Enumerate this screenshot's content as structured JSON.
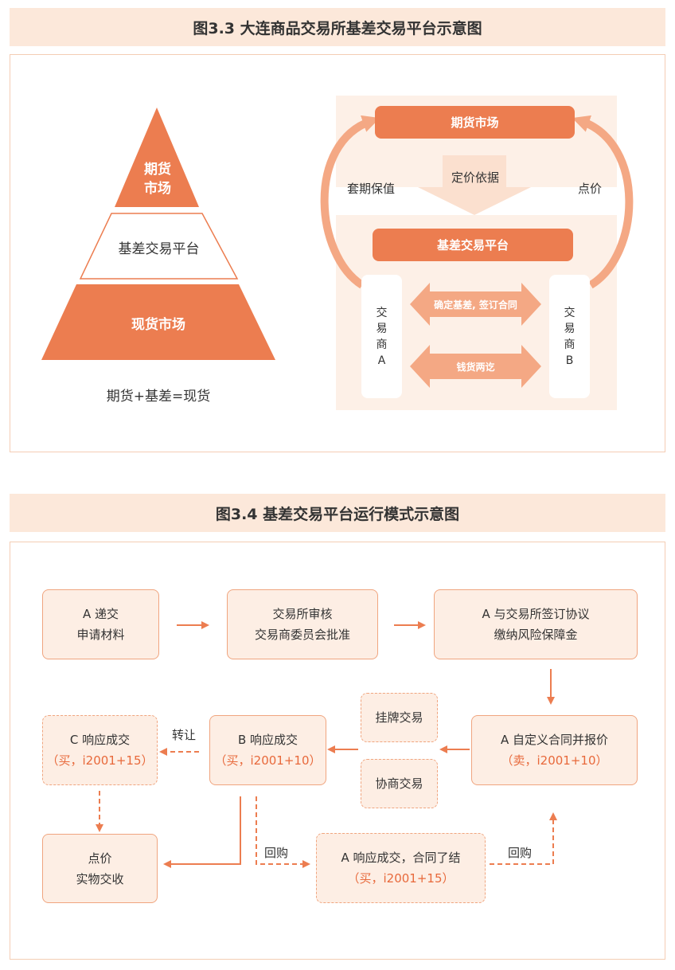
{
  "fig1": {
    "title": "图3.3 大连商品交易所基差交易平台示意图",
    "pyramid": {
      "top": "期货\n市场",
      "middle": "基差交易平台",
      "bottom": "现货市场",
      "formula": "期货+基差=现货"
    },
    "right": {
      "futures_market": "期货市场",
      "pricing_basis": "定价依据",
      "hedging": "套期保值",
      "pricing": "点价",
      "platform": "基差交易平台",
      "trader_a": "交易商A",
      "trader_b": "交易商B",
      "arrow1": "确定基差, 签订合同",
      "arrow2": "钱货两讫"
    }
  },
  "fig2": {
    "title": "图3.4  基差交易平台运行模式示意图",
    "boxes": {
      "submit": [
        "A 递交",
        "申请材料"
      ],
      "review": [
        "交易所审核",
        "交易商委员会批准"
      ],
      "agreement": [
        "A 与交易所签订协议",
        "缴纳风险保障金"
      ],
      "define": [
        "A 自定义合同并报价",
        "（卖，i2001+10）"
      ],
      "listed": "挂牌交易",
      "negotiated": "协商交易",
      "b_resp": [
        "B 响应成交",
        "（买，i2001+10）"
      ],
      "c_resp": [
        "C 响应成交",
        "（买，i2001+15）"
      ],
      "delivery": [
        "点价",
        "实物交收"
      ],
      "a_resp": [
        "A 响应成交，合同了结",
        "（买，i2001+15）"
      ]
    },
    "labels": {
      "transfer": "转让",
      "buyback1": "回购",
      "buyback2": "回购"
    }
  },
  "colors": {
    "accent": "#ec7d50",
    "light": "#fdeee4",
    "title_bg": "#fce8da"
  }
}
